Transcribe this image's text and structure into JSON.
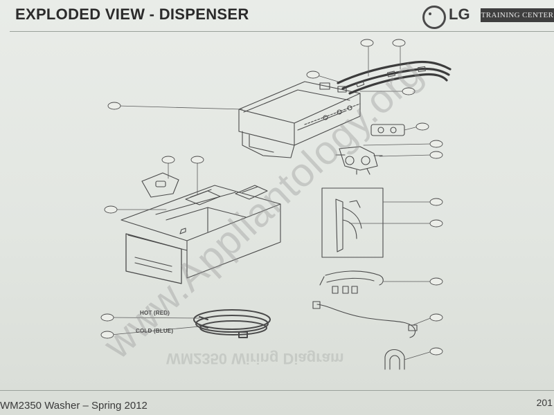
{
  "header": {
    "title": "EXPLODED VIEW - DISPENSER",
    "logo_text": "LG",
    "badge_text": "TRAINING CENTER"
  },
  "diagram": {
    "hot_hose_label": "HOT (RED)",
    "cold_hose_label": "COLD (BLUE)",
    "mirrored_background_text": "WM2350 Wiring Diagram"
  },
  "watermark": "www.Appliantology.org",
  "footer": {
    "left_text": "WM2350 Washer – Spring 2012",
    "right_text": "201"
  },
  "colors": {
    "background": "#e4e7e3",
    "ink": "#4a4a4a",
    "badge": "#3f3f3f"
  }
}
